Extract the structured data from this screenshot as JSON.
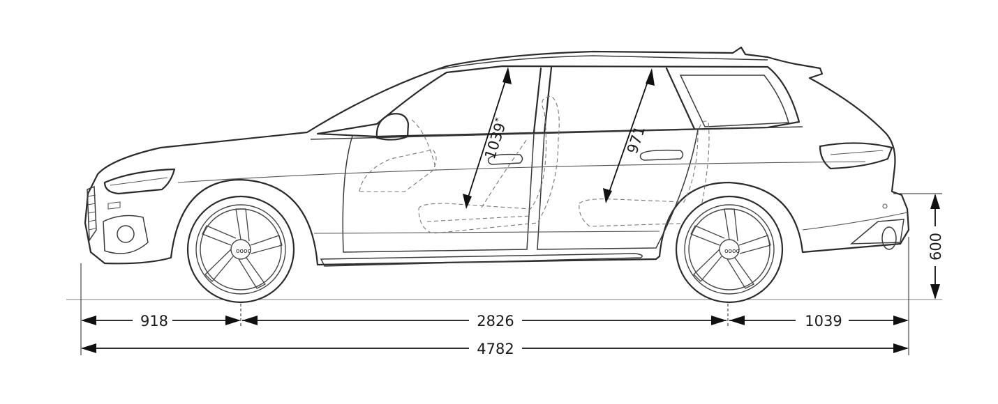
{
  "diagram": {
    "dimensions": {
      "front_overhang": "918",
      "wheelbase": "2826",
      "rear_overhang": "1039",
      "overall_length": "4782",
      "rear_height": "600",
      "front_headroom": "1039",
      "front_headroom_marker": "*",
      "rear_headroom": "971"
    }
  }
}
